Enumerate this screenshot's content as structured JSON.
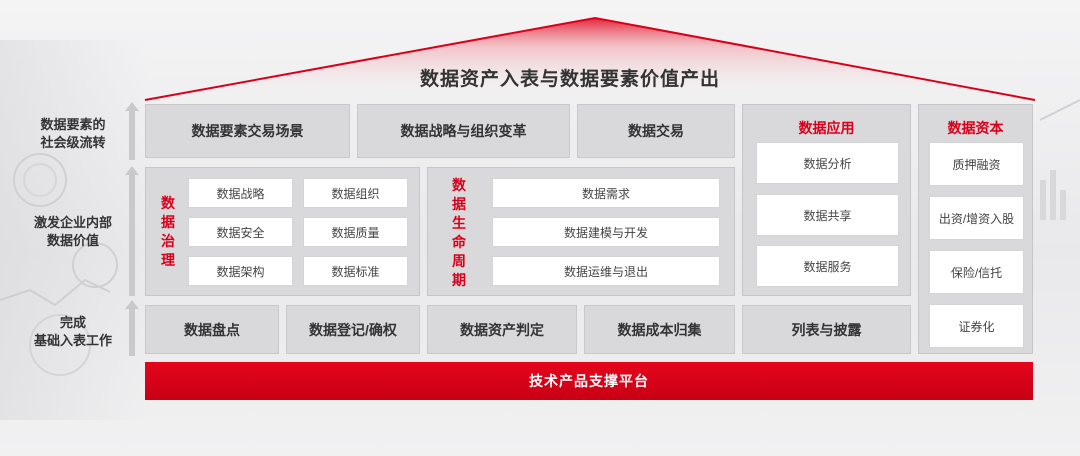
{
  "title": "数据资产入表与数据要素价值产出",
  "side_labels": {
    "top": [
      "数据要素的",
      "社会级流转"
    ],
    "middle": [
      "激发企业内部",
      "数据价值"
    ],
    "bottom": [
      "完成",
      "基础入表工作"
    ]
  },
  "top_row": [
    "数据要素交易场景",
    "数据战略与组织变革",
    "数据交易"
  ],
  "governance": {
    "title": [
      "数",
      "据",
      "治",
      "理"
    ],
    "items": [
      "数据战略",
      "数据组织",
      "数据安全",
      "数据质量",
      "数据架构",
      "数据标准"
    ]
  },
  "lifecycle": {
    "title": [
      "数",
      "据",
      "生",
      "命",
      "周",
      "期"
    ],
    "items": [
      "数据需求",
      "数据建模与开发",
      "数据运维与退出"
    ]
  },
  "bottom_row": [
    "数据盘点",
    "数据登记/确权",
    "数据资产判定",
    "数据成本归集",
    "列表与披露"
  ],
  "app": {
    "title": "数据应用",
    "items": [
      "数据分析",
      "数据共享",
      "数据服务"
    ]
  },
  "capital": {
    "title": "数据资本",
    "items": [
      "质押融资",
      "出资/增资入股",
      "保险/信托",
      "证券化"
    ]
  },
  "platform": "技术产品支撑平台",
  "colors": {
    "accent": "#d9001b",
    "box": "#d9d9db",
    "white_box": "#ffffff"
  }
}
